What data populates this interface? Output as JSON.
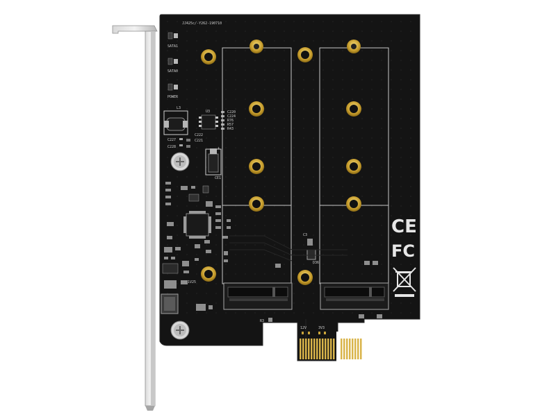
{
  "board": {
    "part_number": "JJ425c/-Y262-190710",
    "led_labels": [
      "SATA1",
      "SATA0",
      "POWER"
    ],
    "inductor_label": "L3",
    "ic_label": "U3",
    "cap_labels": [
      "C227",
      "C228",
      "C222",
      "C221"
    ],
    "cap_col_labels": [
      "C220",
      "C224",
      "R76",
      "R57",
      "R43"
    ],
    "cap_label": "CE1",
    "voltage_label": "1V25",
    "pcie_labels": [
      "12V",
      "3V3"
    ],
    "misc_labels": [
      "C3",
      "D36",
      "R3"
    ],
    "cert_marks": [
      "CE",
      "FC"
    ],
    "weee_mark": "weee-bin"
  }
}
